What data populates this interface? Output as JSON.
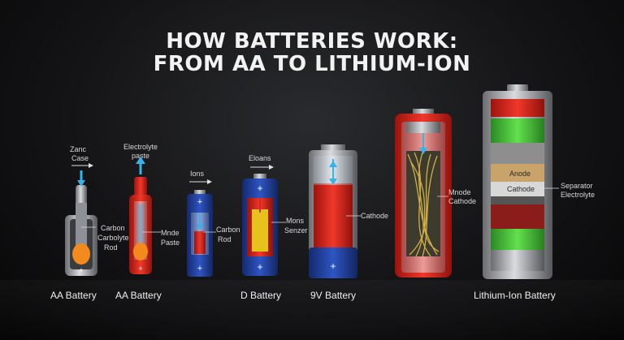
{
  "title": {
    "line1": "HOW BATTERIES WORK:",
    "line2": "FROM AA TO LITHIUM-ION"
  },
  "batteries": [
    {
      "name": "AA Battery",
      "labels": [
        "Zanc",
        "Case",
        "Carbon",
        "Carbolyte",
        "Rod"
      ]
    },
    {
      "name": "AA Battery",
      "labels": [
        "Electrolyte",
        "paste",
        "Mnde",
        "Paste"
      ]
    },
    {
      "name": "",
      "labels": [
        "Ions",
        "Carbon",
        "Rod"
      ]
    },
    {
      "name": "D Battery",
      "labels": [
        "Eloans",
        "Mons",
        "Senzer"
      ]
    },
    {
      "name": "9V Battery",
      "labels": [
        "Cathode"
      ]
    },
    {
      "name": "",
      "labels": [
        "Mnode",
        "Cathode"
      ]
    },
    {
      "name": "Lithium-Ion Battery",
      "labels": [
        "Anode",
        "Cathode",
        "Separator",
        "Electrolyte"
      ]
    }
  ],
  "colors": {
    "red": "#d8261c",
    "blue": "#1f3f9c",
    "green": "#47c43a",
    "orange": "#f28a1e",
    "yellow": "#e8c21c",
    "arrow": "#36b4e8"
  }
}
